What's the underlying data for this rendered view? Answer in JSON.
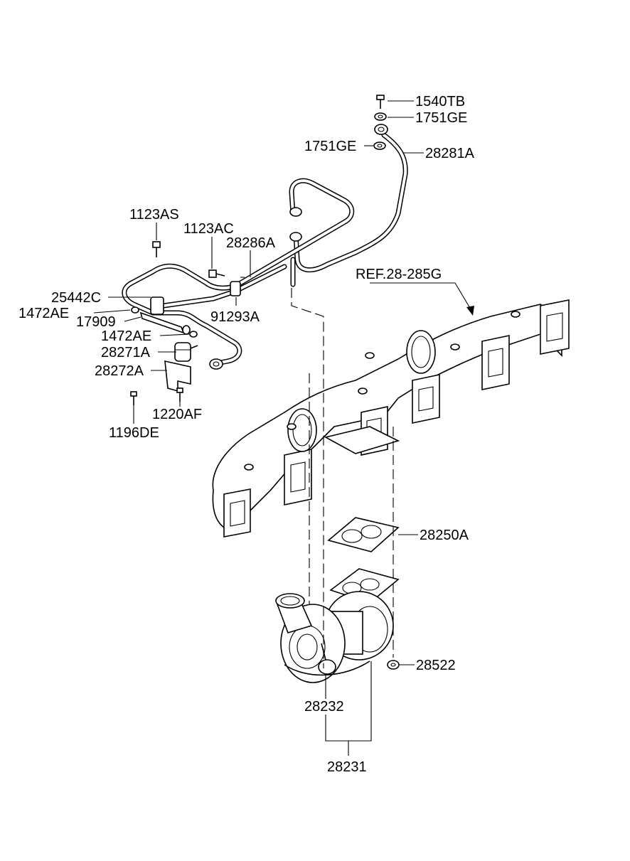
{
  "labels": {
    "bolt_1540tb": "1540TB",
    "washer_1751ge_top": "1751GE",
    "washer_1751ge_left": "1751GE",
    "pipe_28281a": "28281A",
    "bolt_1123as": "1123AS",
    "bolt_1123ac": "1123AC",
    "pipe_28286a": "28286A",
    "ref_manifold": "REF.28-285G",
    "clamp_25442c": "25442C",
    "clip_1472ae_a": "1472AE",
    "hose_17909": "17909",
    "clamp_91293a": "91293A",
    "clip_1472ae_b": "1472AE",
    "valve_28271a": "28271A",
    "bracket_28272a": "28272A",
    "bolt_1220af": "1220AF",
    "bolt_1196de": "1196DE",
    "gasket_28250a": "28250A",
    "nut_28522": "28522",
    "actuator_28232": "28232",
    "turbo_28231": "28231"
  }
}
